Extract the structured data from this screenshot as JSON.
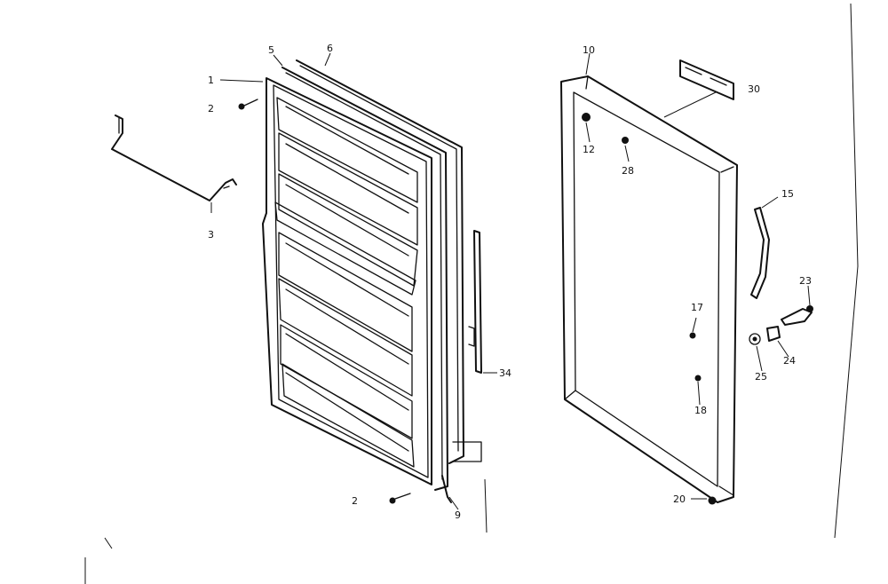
{
  "callouts": {
    "c1": "1",
    "c2a": "2",
    "c2b": "2",
    "c3": "3",
    "c5": "5",
    "c6": "6",
    "c9": "9",
    "c10": "10",
    "c12": "12",
    "c15": "15",
    "c17": "17",
    "c18": "18",
    "c20": "20",
    "c23": "23",
    "c24": "24",
    "c25": "25",
    "c28": "28",
    "c30": "30",
    "c34": "34"
  }
}
